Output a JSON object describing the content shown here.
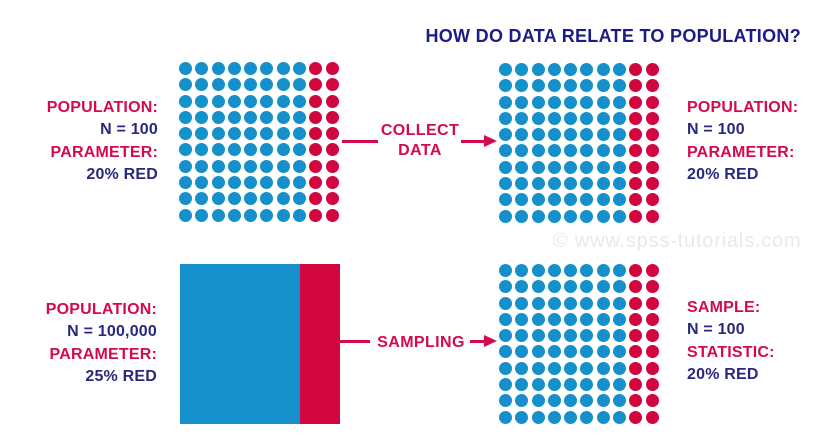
{
  "title": "HOW DO DATA RELATE TO POPULATION?",
  "watermark": "© www.spss-tutorials.com",
  "colors": {
    "blue": "#1590CB",
    "red": "#D2063F",
    "text_red": "#D30B4E",
    "navy": "#28287E",
    "title_navy": "#1C1C87",
    "watermark_gray": "#E9E9E9"
  },
  "captions": {
    "top_left": {
      "lines": [
        {
          "text": "POPULATION:",
          "color": "red"
        },
        {
          "text": "N = 100",
          "color": "navy"
        },
        {
          "text": "PARAMETER:",
          "color": "red"
        },
        {
          "text": "20% RED",
          "color": "navy"
        }
      ]
    },
    "top_right": {
      "lines": [
        {
          "text": "POPULATION:",
          "color": "red"
        },
        {
          "text": "N = 100",
          "color": "navy"
        },
        {
          "text": "PARAMETER:",
          "color": "red"
        },
        {
          "text": "20% RED",
          "color": "navy"
        }
      ]
    },
    "bottom_left": {
      "lines": [
        {
          "text": "POPULATION:",
          "color": "red"
        },
        {
          "text": "N = 100,000",
          "color": "navy"
        },
        {
          "text": "PARAMETER:",
          "color": "red"
        },
        {
          "text": "25% RED",
          "color": "navy"
        }
      ]
    },
    "bottom_right": {
      "lines": [
        {
          "text": "SAMPLE:",
          "color": "red"
        },
        {
          "text": "N = 100",
          "color": "navy"
        },
        {
          "text": "STATISTIC:",
          "color": "red"
        },
        {
          "text": "20% RED",
          "color": "navy"
        }
      ]
    }
  },
  "connectors": {
    "collect": {
      "label_lines": [
        "COLLECT",
        "DATA"
      ]
    },
    "sampling": {
      "label_lines": [
        "SAMPLING"
      ]
    }
  },
  "grids": {
    "rows": 10,
    "cols": 10,
    "red_cols": 2,
    "total_dots_per_grid": 100,
    "red_percentage": 20
  },
  "rectangle": {
    "blue_fraction": 0.75,
    "red_fraction": 0.25
  }
}
